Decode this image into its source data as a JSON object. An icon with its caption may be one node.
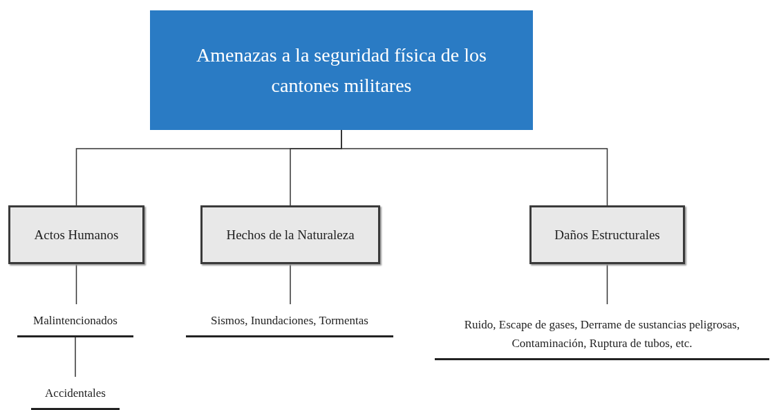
{
  "diagram": {
    "nodes": [
      {
        "text": [
          "Amenazas a la seguridad física de los cantones militares"
        ]
      },
      {
        "text": [
          "Actos Humanos"
        ]
      },
      {
        "text": [
          "Hechos de la Naturaleza"
        ]
      },
      {
        "text": [
          "Daños Estructurales"
        ]
      },
      {
        "text": [
          "Malintencionados"
        ]
      },
      {
        "text": [
          "Accidentales"
        ]
      },
      {
        "text": [
          "Sismos, Inundaciones, Tormentas"
        ]
      },
      {
        "text": [
          "Ruido, Escape de gases, Derrame de sustancias peligrosas, Contaminación, Ruptura de tubos, etc."
        ]
      }
    ],
    "edges": [
      {
        "from": 0,
        "to": 1,
        "arrow": "none"
      },
      {
        "from": 0,
        "to": 2,
        "arrow": "none"
      },
      {
        "from": 0,
        "to": 3,
        "arrow": "none"
      },
      {
        "from": 1,
        "to": 4,
        "arrow": "none"
      },
      {
        "from": 4,
        "to": 5,
        "arrow": "none"
      },
      {
        "from": 2,
        "to": 6,
        "arrow": "none"
      },
      {
        "from": 3,
        "to": 7,
        "arrow": "none"
      }
    ]
  }
}
